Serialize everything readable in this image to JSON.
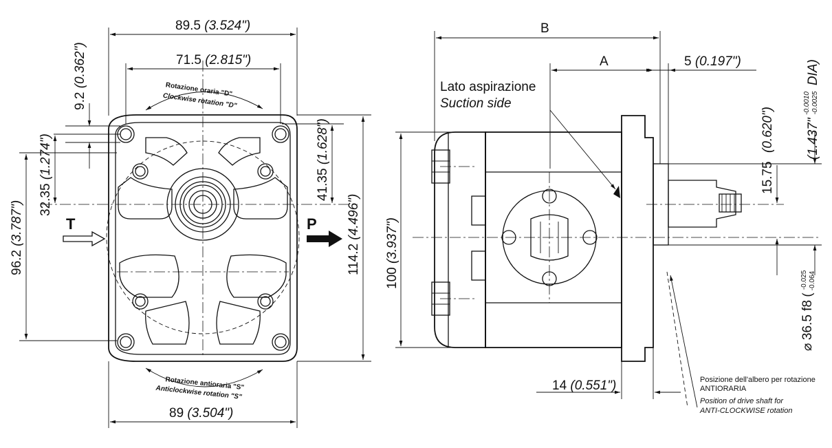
{
  "front_view": {
    "width_top": "89.5",
    "width_top_in": "(3.524\")",
    "bolt_spacing": "71.5",
    "bolt_spacing_in": "(2.815\")",
    "width_bottom": "89",
    "width_bottom_in": "(3.504\")",
    "flange_dim": "9.2",
    "flange_dim_in": "(0.362\")",
    "t_offset": "32.35",
    "t_offset_in": "(1.274\")",
    "vertical_left": "96.2",
    "vertical_left_in": "(3.787\")",
    "p_offset": "41.35",
    "p_offset_in": "(1.628\")",
    "height": "114.2",
    "height_in": "(4.496\")",
    "port_t": "T",
    "port_p": "P",
    "rot_cw_it": "Rotazione oraria \"D\"",
    "rot_cw_en": "Clockwise rotation \"D\"",
    "rot_ccw_it": "Rotazione antioraria \"S\"",
    "rot_ccw_en": "Anticlockwise rotation \"S\""
  },
  "side_view": {
    "dim_b": "B",
    "dim_a": "A",
    "shaft_len": "5",
    "shaft_len_in": "(0.197\")",
    "suction_it": "Lato aspirazione",
    "suction_en": "Suction side",
    "body_height": "100",
    "body_height_in": "(3.937\")",
    "shaft_offset": "15.75",
    "shaft_offset_in": "(0.620\")",
    "dia_in": "(1.437\"",
    "dia_tol_up": "-0.0010",
    "dia_tol_low": "-0.0025",
    "dia_label": "DIA)",
    "pilot_dia": "36.5 f8",
    "pilot_tol_up": "-0.025",
    "pilot_tol_low": "-0.064",
    "flange_thk": "14",
    "flange_thk_in": "(0.551\")",
    "note_it_1": "Posizione dell'albero per rotazione",
    "note_it_2": "ANTIORARIA",
    "note_en_1": "Position of drive shaft for",
    "note_en_2": "ANTI-CLOCKWISE rotation",
    "diameter_symbol": "⌀"
  }
}
